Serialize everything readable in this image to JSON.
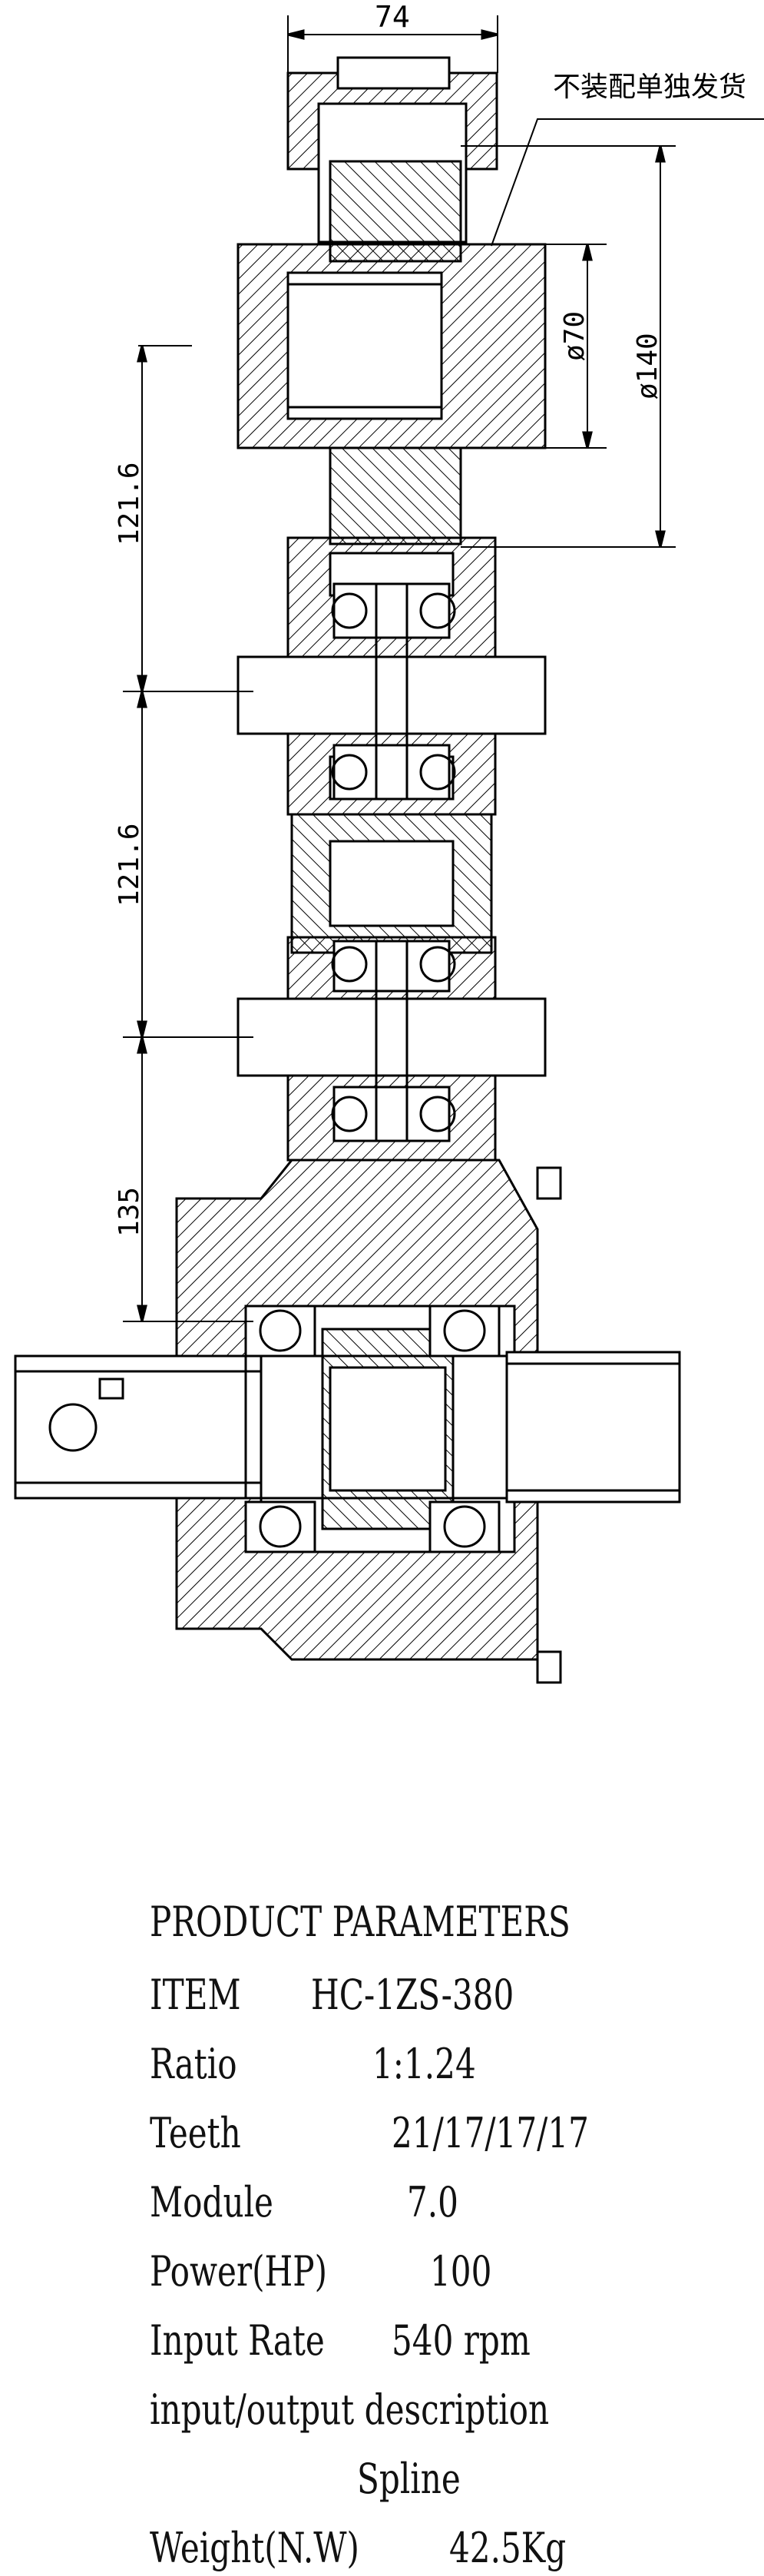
{
  "drawing": {
    "dimensions": {
      "width_top": "74",
      "dia_inner": "ø70",
      "dia_outer": "ø140",
      "spacing_1": "121.6",
      "spacing_2": "121.6",
      "spacing_3": "135"
    },
    "note": "不装配单独发货"
  },
  "params": {
    "heading": "PRODUCT PARAMETERS",
    "rows": [
      {
        "label": "ITEM",
        "value": "HC-1ZS-380"
      },
      {
        "label": "Ratio",
        "value": "1:1.24"
      },
      {
        "label": "Teeth",
        "value": "21/17/17/17"
      },
      {
        "label": "Module",
        "value": "7.0"
      },
      {
        "label": "Power(HP)",
        "value": "100"
      },
      {
        "label": "Input Rate",
        "value": "540 rpm"
      },
      {
        "label": "input/output description",
        "value": ""
      },
      {
        "label": "",
        "value": "Spline"
      },
      {
        "label": "Weight(N.W)",
        "value": "42.5Kg"
      }
    ]
  }
}
